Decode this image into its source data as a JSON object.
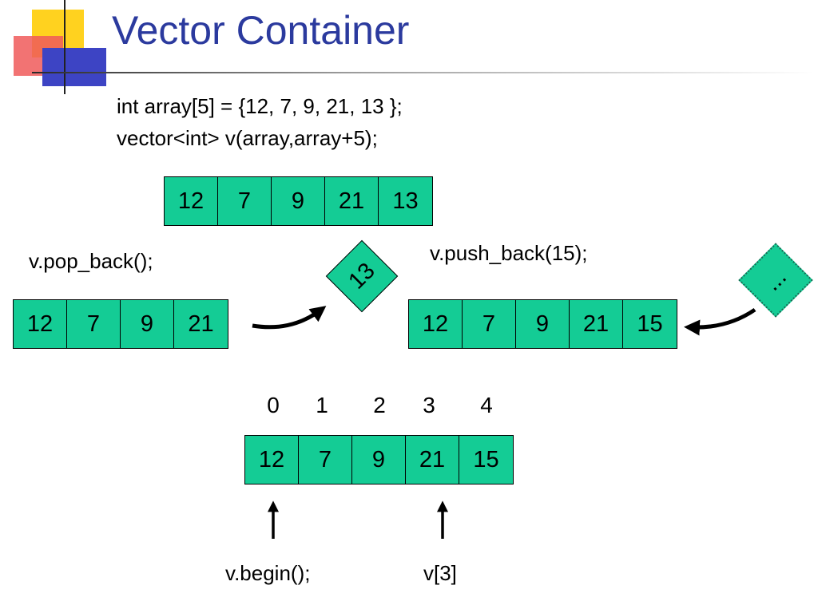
{
  "title": "Vector Container",
  "code": {
    "line1": "int array[5] = {12, 7, 9, 21, 13 };",
    "line2": "vector<int> v(array,array+5);"
  },
  "initial_vector": [
    "12",
    "7",
    "9",
    "21",
    "13"
  ],
  "pop_back": {
    "label": "v.pop_back();",
    "result": [
      "12",
      "7",
      "9",
      "21"
    ],
    "removed": "13"
  },
  "push_back": {
    "label": "v.push_back(15);",
    "result": [
      "12",
      "7",
      "9",
      "21",
      "15"
    ],
    "incoming": "..."
  },
  "indexed": {
    "indices": [
      "0",
      "1",
      "2",
      "3",
      "4"
    ],
    "values": [
      "12",
      "7",
      "9",
      "21",
      "15"
    ]
  },
  "pointers": {
    "begin_label": "v.begin();",
    "index_label": "v[3]"
  },
  "colors": {
    "cell_fill": "#14cc95",
    "title": "#2b3a9e"
  }
}
